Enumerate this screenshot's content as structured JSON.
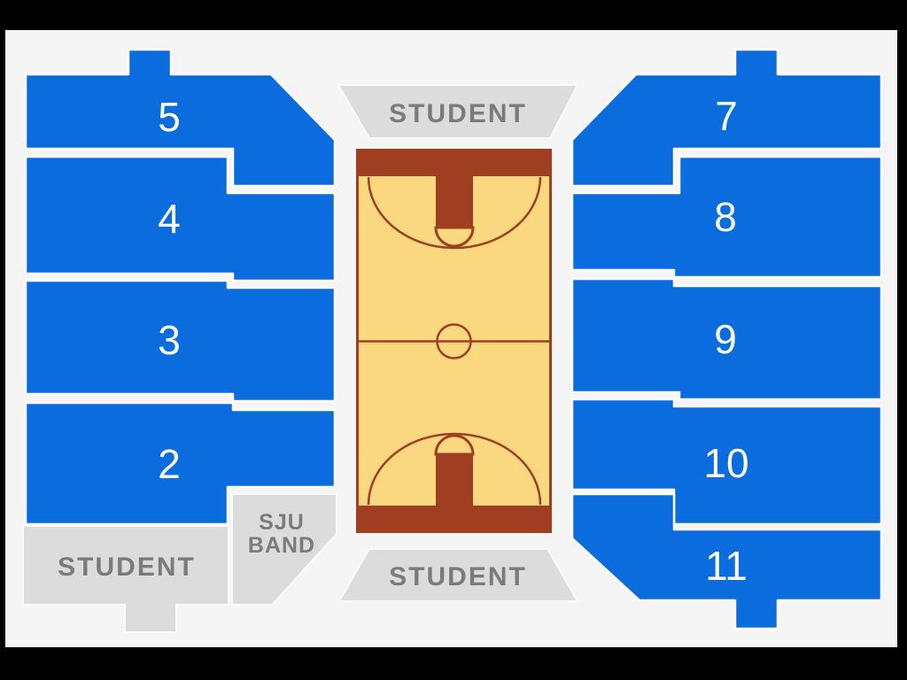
{
  "colors": {
    "background": "#000000",
    "canvas": "#f5f5f5",
    "section-blue": "#0b6cde",
    "section-gray": "#dcdcdc",
    "gray-text": "#7b7b7b",
    "court-dark": "#a03e22",
    "court-tan": "#f9d880",
    "label-white": "#ffffff"
  },
  "map": {
    "left_sections": {
      "s5": "5",
      "s4": "4",
      "s3": "3",
      "s2": "2"
    },
    "right_sections": {
      "s7": "7",
      "s8": "8",
      "s9": "9",
      "s10": "10",
      "s11": "11"
    },
    "student_top": "STUDENT",
    "student_bottom": "STUDENT",
    "student_left": "STUDENT",
    "band_line1": "SJU",
    "band_line2": "BAND"
  }
}
